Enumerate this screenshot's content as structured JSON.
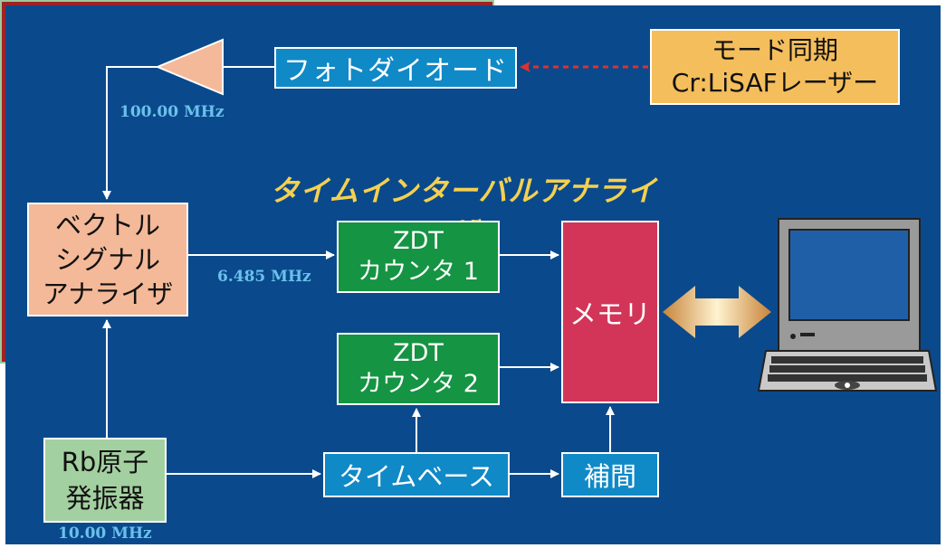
{
  "blocks": {
    "photodiode": "フォトダイオード",
    "laser": "モード同期\nCr:LiSAFレーザー",
    "vector_signal_analyzer": "ベクトル\nシグナル\nアナライザ",
    "rb_oscillator": "Rb原子\n発振器",
    "time_interval_analyzer": "タイムインターバルアナライザ",
    "zdt_counter_1": "ZDT\nカウンタ 1",
    "zdt_counter_2": "ZDT\nカウンタ 2",
    "memory": "メモリ",
    "time_base": "タイムベース",
    "interpolation": "補間"
  },
  "frequencies": {
    "amplifier_output": "100.00 MHz",
    "analyzer_output": "6.485 MHz",
    "rb_output": "10.00 MHz"
  },
  "icons": [
    "amplifier-icon",
    "laptop-icon",
    "bidirectional-arrow-icon"
  ],
  "colors": {
    "background": "#0a4a8c",
    "analyzer_frame": "#9e2326",
    "counter": "#159443",
    "memory": "#d23558",
    "blue_block": "#1089c7",
    "laser_link": "#e03030",
    "title_text": "#f5d050"
  }
}
